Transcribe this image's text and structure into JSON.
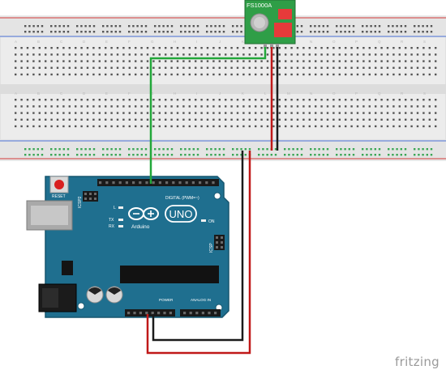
{
  "module": {
    "label": "FS1000A",
    "pin_count": 3
  },
  "arduino": {
    "reset_label": "RESET",
    "icsp2_label": "ICSP2",
    "icsp_label": "ICSP",
    "digital_header_label": "DIGITAL (PWM=~)",
    "power_label": "POWER",
    "analog_label": "ANALOG IN",
    "led_l": "L",
    "led_tx": "TX",
    "led_rx": "RX",
    "led_on": "ON",
    "brand": "Arduino",
    "model": "UNO",
    "digital_header_pins": 18,
    "power_header_pins": 8,
    "analog_header_pins": 6
  },
  "breadboard": {
    "column_letters": [
      "A",
      "B",
      "C",
      "D",
      "E",
      "F",
      "G",
      "H",
      "I",
      "J",
      "K",
      "L",
      "M",
      "N",
      "O",
      "P",
      "Q",
      "R",
      "S"
    ]
  },
  "wires": [
    {
      "name": "data-wire",
      "color": "#22a83a"
    },
    {
      "name": "module-vcc-wire",
      "color": "#c01818"
    },
    {
      "name": "module-gnd-wire",
      "color": "#1a1a1a"
    },
    {
      "name": "arduino-5v-wire",
      "color": "#c01818"
    },
    {
      "name": "arduino-gnd-wire",
      "color": "#1a1a1a"
    }
  ],
  "colors": {
    "board_blue": "#1f6f8f",
    "board_edge": "#16566f",
    "breadboard_bg": "#ececec",
    "rail_red": "#d43a3a",
    "rail_blue": "#4a6fd6",
    "module_green": "#2f9e47"
  },
  "watermark": "fritzing"
}
